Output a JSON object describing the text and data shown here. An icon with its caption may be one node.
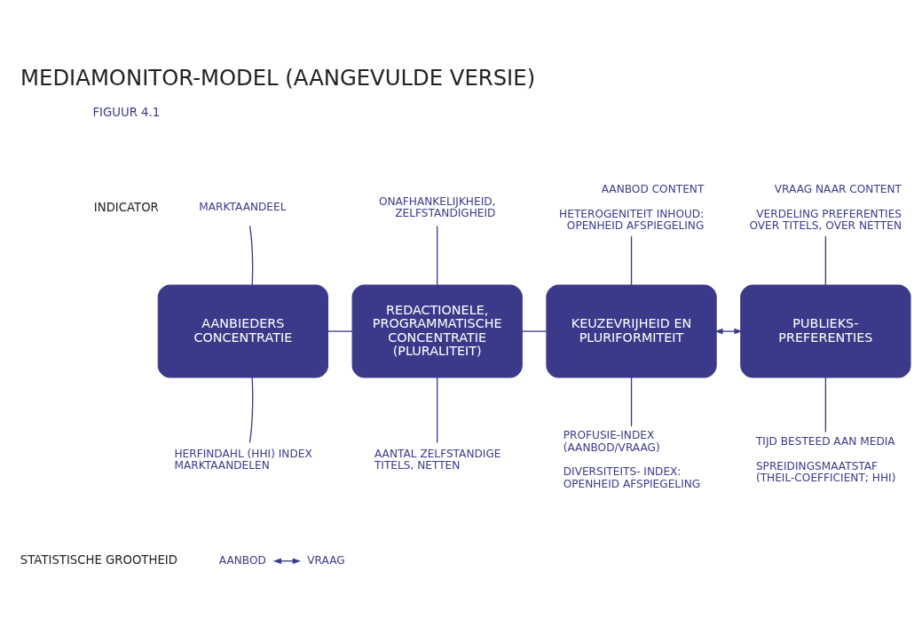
{
  "diagram": {
    "title": "MEDIAMONITOR-MODEL (AANGEVULDE VERSIE)",
    "nodes": [
      {
        "text": [
          "AANBIEDERS CONCENTRATIE"
        ]
      },
      {
        "text": [
          "REDACTIONELE, PROGRAMMATISCHE CONCENTRATIE (PLURALITEIT)"
        ]
      },
      {
        "text": [
          "KEUZEVRIJHEID EN PLURIFORMITEIT"
        ]
      },
      {
        "text": [
          "PUBLIEKS- PREFERENTIES"
        ]
      },
      {
        "text": [
          "MARKTAANDEEL"
        ]
      },
      {
        "text": [
          "ONAFHANKELIJKHEID, ZELFSTANDIGHEID"
        ]
      },
      {
        "text": [
          "AANBOD CONTENT",
          "HETEROGENITEIT INHOUD: OPENHEID AFSPIEGELING"
        ]
      },
      {
        "text": [
          "VRAAG NAAR CONTENT",
          "VERDELING PREFERENTIES OVER TITELS, OVER NETTEN"
        ]
      },
      {
        "text": [
          "HERFINDAHL (HHI) INDEX MARKTAANDELEN"
        ]
      },
      {
        "text": [
          "AANTAL ZELFSTANDIGE TITELS, NETTEN"
        ]
      },
      {
        "text": [
          "PROFUSIE-INDEX (AANBOD/VRAAG)",
          "DIVERSITEITS- INDEX: OPENHEID AFSPIEGELING"
        ]
      },
      {
        "text": [
          "TIJD BESTEED AAN MEDIA",
          "SPREIDINGSMAATSTAF (THEIL-COEFFICIENT; HHI)"
        ]
      },
      {
        "text": [
          "AANBOD"
        ]
      },
      {
        "text": [
          "VRAAG"
        ]
      }
    ],
    "edges": [
      {
        "from": 4,
        "to": 0,
        "arrow": "none"
      },
      {
        "from": 5,
        "to": 1,
        "arrow": "none"
      },
      {
        "from": 6,
        "to": 2,
        "arrow": "none"
      },
      {
        "from": 7,
        "to": 3,
        "arrow": "none"
      },
      {
        "from": 0,
        "to": 1,
        "arrow": "none"
      },
      {
        "from": 1,
        "to": 2,
        "arrow": "none"
      },
      {
        "from": 2,
        "to": 3,
        "arrow": "both"
      },
      {
        "from": 0,
        "to": 8,
        "arrow": "none"
      },
      {
        "from": 1,
        "to": 9,
        "arrow": "none"
      },
      {
        "from": 2,
        "to": 10,
        "arrow": "none"
      },
      {
        "from": 3,
        "to": 11,
        "arrow": "none"
      },
      {
        "from": 12,
        "to": 13,
        "arrow": "both"
      }
    ],
    "labels": [
      "FIGUUR 4.1",
      "INDICATOR",
      "STATISTISCHE GROOTHEID"
    ]
  }
}
